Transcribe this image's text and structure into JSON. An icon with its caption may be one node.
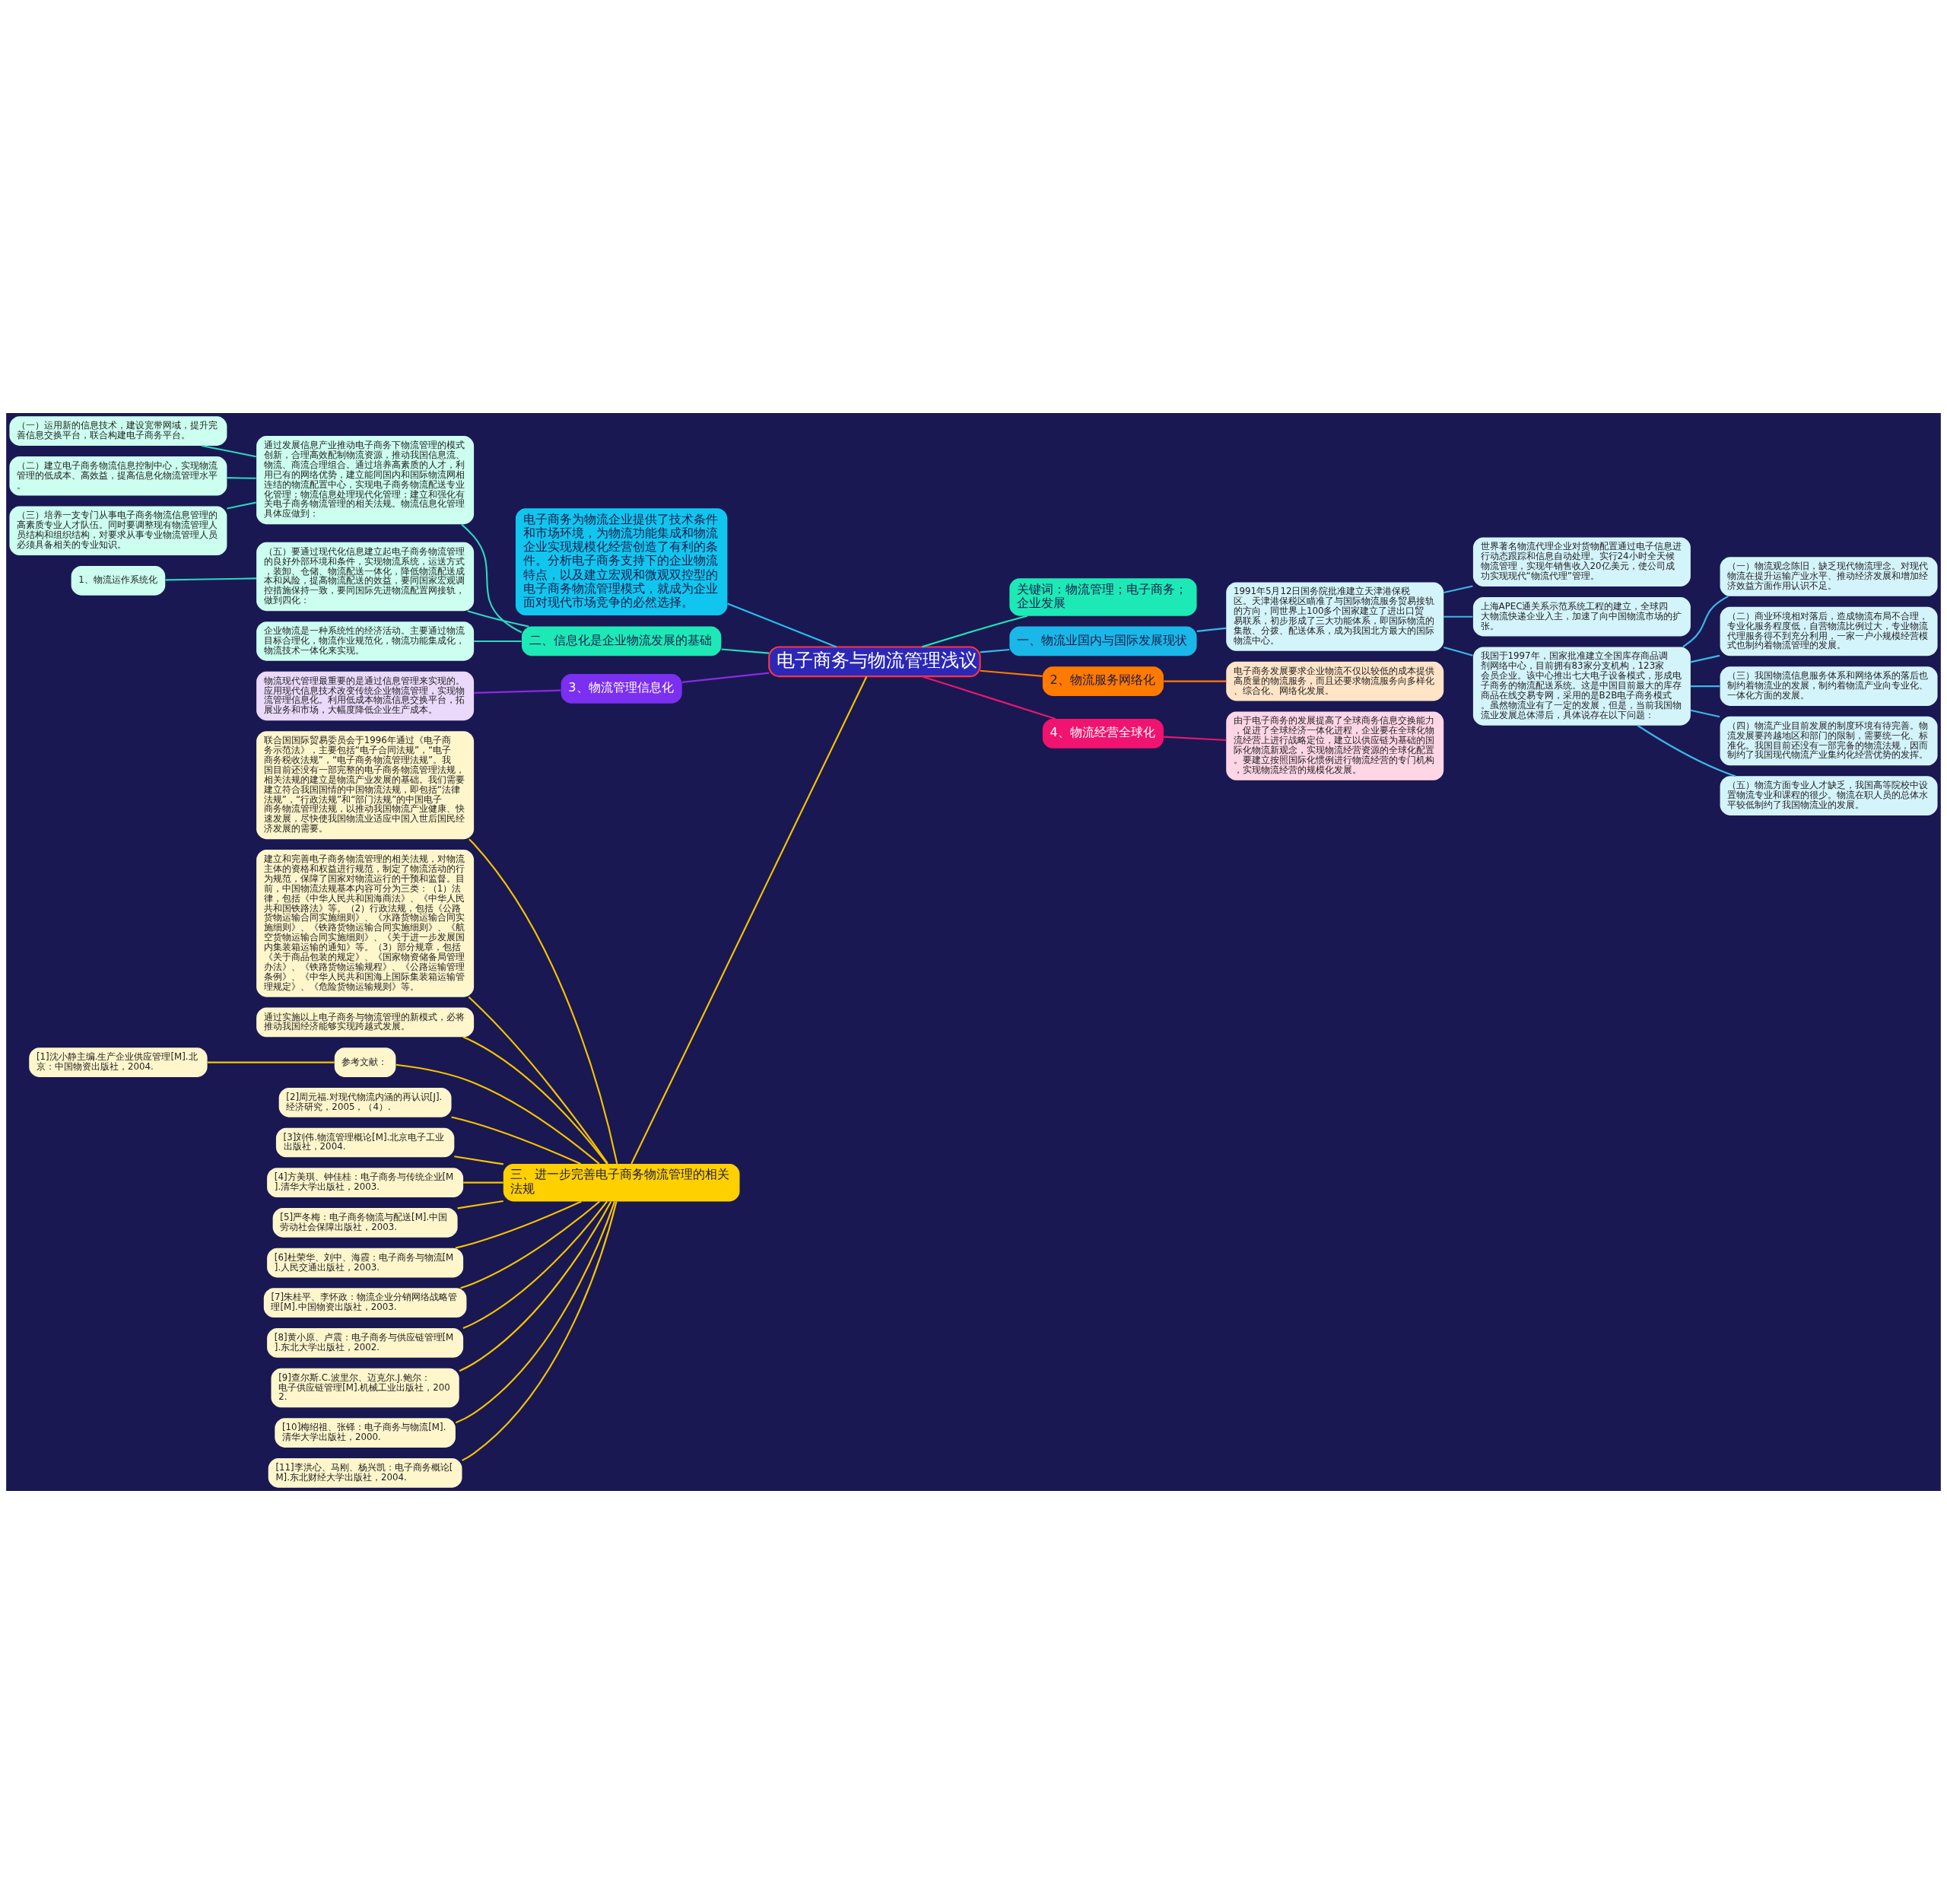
{
  "diagram": {
    "nodes": [
      {
        "text": [
          "电子商务与物流管理浅议"
        ]
      },
      {
        "text": [
          "电子商务为物流企业提供了技术条件和市场环境，为物流功能集成和物流企业实现规模化经营创造了有利的条件。分析电子商务支持下的企业物流特点，以及建立宏观和微观双控型的电子商务物流管理模式，就成为企业面对现代市场竞争的必然选择。"
        ]
      },
      {
        "text": [
          "二、信息化是企业物流发展的基础"
        ]
      },
      {
        "text": [
          "通过发展信息产业推动电子商务下物流管理的模式创新，合理高效配制物流资源，推动我国信息流、物流、商流合理组合。通过培养高素质的人才，利用已有的网络优势，建立能同国内和国际物流网相连结的物流配置中心，实现电子商务物流配送专业化管理；物流信息处理现代化管理；建立和强化有关电子商务物流管理的相关法规。物流信息化管理具体应做到："
        ]
      },
      {
        "text": [
          "（一）运用新的信息技术，建设宽带网域，提升完善信息交换平台，联合构建电子商务平台。"
        ]
      },
      {
        "text": [
          "（二）建立电子商务物流信息控制中心，实现物流管理的低成本、高效益，提高信息化物流管理水平。"
        ]
      },
      {
        "text": [
          "（三）培养一支专门从事电子商务物流信息管理的高素质专业人才队伍。同时要调整现有物流管理人员结构和组织结构，对要求从事专业物流管理人员必须具备相关的专业知识。"
        ]
      },
      {
        "text": [
          "（五）要通过现代化信息建立起电子商务物流管理的良好外部环境和条件，实现物流系统，运送方式，装卸、仓储、物流配送一体化，降低物流配送成本和风险，提高物流配送的效益，要同国家宏观调控措施保持一致，要同国际先进物流配置网接轨，做到四化："
        ]
      },
      {
        "text": [
          "1、物流运作系统化"
        ]
      },
      {
        "text": [
          "企业物流是一种系统性的经济活动。主要通过物流目标合理化，物流作业规范化，物流功能集成化，物流技术一体化来实现。"
        ]
      },
      {
        "text": [
          "3、物流管理信息化"
        ]
      },
      {
        "text": [
          "物流现代管理最重要的是通过信息管理来实现的。应用现代信息技术改变传统企业物流管理，实现物流管理信息化。利用低成本物流信息交换平台，拓展业务和市场，大幅度降低企业生产成本。"
        ]
      },
      {
        "text": [
          "三、进一步完善电子商务物流管理的相关法规"
        ]
      },
      {
        "text": [
          "联合国国际贸易委员会于1996年通过《电子商务示范法》，主要包括“电子合同法规”，“电子商务税收法规”，“电子商务物流管理法规”。我国目前还没有一部完整的电子商务物流管理法规，相关法规的建立是物流产业发展的基础。我们需要建立符合我国国情的中国物流法规，即包括“法律法规”，“行政法规”和“部门法规”的中国电子商务物流管理法规，以推动我国物流产业健康、快速发展，尽快使我国物流业适应中国入世后国民经济发展的需要。"
        ]
      },
      {
        "text": [
          "建立和完善电子商务物流管理的相关法规，对物流主体的资格和权益进行规范，制定了物流活动的行为规范，保障了国家对物流运行的干预和监督。目前，中国物流法规基本内容可分为三类：（1）法律，包括《中华人民共和国海商法》、《中华人民共和国铁路法》等。（2）行政法规，包括《公路货物运输合同实施细则》、《水路货物运输合同实施细则》、《铁路货物运输合同实施细则》、《航空货物运输合同实施细则》、《关于进一步发展国内集装箱运输的通知》等。（3）部分规章，包括《关于商品包装的规定》、《国家物资储备局管理办法》、《铁路货物运输规程》、《公路运输管理条例》、《中华人民共和国海上国际集装箱运输管理规定》、《危险货物运输规则》等。"
        ]
      },
      {
        "text": [
          "通过实施以上电子商务与物流管理的新模式，必将推动我国经济能够实现跨越式发展。"
        ]
      },
      {
        "text": [
          "参考文献："
        ]
      },
      {
        "text": [
          "[1]沈小静主编.生产企业供应管理[M].北京：中国物资出版社，2004."
        ]
      },
      {
        "text": [
          "[2]周元福.对现代物流内涵的再认识[J].经济研究，2005，（4）."
        ]
      },
      {
        "text": [
          "[3]刘伟.物流管理概论[M].北京电子工业出版社，2004."
        ]
      },
      {
        "text": [
          "[4]方美琪、钟佳桂：电子商务与传统企业[M].清华大学出版社，2003."
        ]
      },
      {
        "text": [
          "[5]严冬梅：电子商务物流与配送[M].中国劳动社会保障出版社，2003."
        ]
      },
      {
        "text": [
          "[6]杜荣华、刘中、海霞：电子商务与物流[M].人民交通出版社，2003."
        ]
      },
      {
        "text": [
          "[7]朱桂平、李怀政：物流企业分销网络战略管理[M].中国物资出版社，2003."
        ]
      },
      {
        "text": [
          "[8]黄小原、卢震：电子商务与供应链管理[M].东北大学出版社，2002."
        ]
      },
      {
        "text": [
          "[9]查尔斯.C.波里尔、迈克尔.J.鲍尔：电子供应链管理[M].机械工业出版社，2002."
        ]
      },
      {
        "text": [
          "[10]梅绍祖、张铎：电子商务与物流[M].清华大学出版社，2000."
        ]
      },
      {
        "text": [
          "[11]李洪心、马刚、杨兴凯：电子商务概论[M].东北财经大学出版社，2004."
        ]
      },
      {
        "text": [
          "关键词：物流管理；电子商务；企业发展"
        ]
      },
      {
        "text": [
          "一、物流业国内与国际发展现状"
        ]
      },
      {
        "text": [
          "1991年5月12日国务院批准建立天津港保税区。天津港保税区瞄准了与国际物流服务贸易接轨的方向，同世界上100多个国家建立了进出口贸易联系，初步形成了三大功能体系，即国际物流的集散、分拨、配送体系，成为我国北方最大的国际物流中心。"
        ]
      },
      {
        "text": [
          "世界著名物流代理企业对货物配置通过电子信息进行动态跟踪和信息自动处理。实行24小时全天候物流管理，实现年销售收入20亿美元，使公司成功实现现代“物流代理”管理。"
        ]
      },
      {
        "text": [
          "上海APEC通关系示范系统工程的建立，全球四大物流快递企业入主，加速了向中国物流市场的扩张。"
        ]
      },
      {
        "text": [
          "我国于1997年，国家批准建立全国库存商品调剂网络中心，目前拥有83家分支机构，123家会员企业。该中心推出七大电子设备模式，形成电子商务的物流配送系统。这是中国目前最大的库存商品在线交易专网，采用的是B2B电子商务模式。虽然物流业有了一定的发展，但是，当前我国物流业发展总体滞后，具体说存在以下问题："
        ]
      },
      {
        "text": [
          "（一）物流观念陈旧，缺乏现代物流理念。对现代物流在提升运输产业水平、推动经济发展和增加经济效益方面作用认识不足。"
        ]
      },
      {
        "text": [
          "（二）商业环境相对落后，造成物流布局不合理，专业化服务程度低，自营物流比例过大，专业物流代理服务得不到充分利用，一家一户小规模经营模式也制约着物流管理的发展。"
        ]
      },
      {
        "text": [
          "（三）我国物流信息服务体系和网络体系的落后也制约着物流业的发展，制约着物流产业向专业化、一体化方面的发展。"
        ]
      },
      {
        "text": [
          "（四）物流产业目前发展的制度环境有待完善。物流发展要跨越地区和部门的限制，需要统一化、标准化。我国目前还没有一部完备的物流法规，因而制约了我国现代物流产业集约化经营优势的发挥。"
        ]
      },
      {
        "text": [
          "（五）物流方面专业人才缺乏，我国高等院校中设置物流专业和课程的很少。物流在职人员的总体水平较低制约了我国物流业的发展。"
        ]
      },
      {
        "text": [
          "2、物流服务网络化"
        ]
      },
      {
        "text": [
          "电子商务发展要求企业物流不仅以较低的成本提供高质量的物流服务，而且还要求物流服务向多样化、综合化、网络化发展。"
        ]
      },
      {
        "text": [
          "4、物流经营全球化"
        ]
      },
      {
        "text": [
          "由于电子商务的发展提高了全球商务信息交换能力，促进了全球经济一体化进程，企业要在全球化物流经营上进行战略定位，建立以供应链为基础的国际化物流新观念，实现物流经营资源的全球化配置。要建立按照国际化惯例进行物流经营的专门机构，实现物流经营的规模化发展。"
        ]
      }
    ],
    "edges": [
      {
        "from": 1,
        "to": 0,
        "arrow": "none",
        "color": "#22c3ef"
      },
      {
        "from": 2,
        "to": 0,
        "arrow": "none",
        "color": "#2ad8c0"
      },
      {
        "from": 3,
        "to": 2,
        "arrow": "none",
        "color": "#2ad8c0"
      },
      {
        "from": 4,
        "to": 3,
        "arrow": "none",
        "color": "#2ad8c0"
      },
      {
        "from": 5,
        "to": 3,
        "arrow": "none",
        "color": "#2ad8c0"
      },
      {
        "from": 6,
        "to": 3,
        "arrow": "none",
        "color": "#2ad8c0"
      },
      {
        "from": 7,
        "to": 2,
        "arrow": "none",
        "color": "#2ad8c0"
      },
      {
        "from": 8,
        "to": 7,
        "arrow": "none",
        "color": "#2ad8c0"
      },
      {
        "from": 9,
        "to": 2,
        "arrow": "none",
        "color": "#2ad8c0"
      },
      {
        "from": 10,
        "to": 0,
        "arrow": "none",
        "color": "#8a2be2"
      },
      {
        "from": 11,
        "to": 10,
        "arrow": "none",
        "color": "#8a2be2"
      },
      {
        "from": 12,
        "to": 0,
        "arrow": "none"
      },
      {
        "from": 13,
        "to": 12,
        "arrow": "none"
      },
      {
        "from": 14,
        "to": 12,
        "arrow": "none"
      },
      {
        "from": 15,
        "to": 12,
        "arrow": "none"
      },
      {
        "from": 16,
        "to": 12,
        "arrow": "none"
      },
      {
        "from": 17,
        "to": 16,
        "arrow": "none"
      },
      {
        "from": 18,
        "to": 12,
        "arrow": "none"
      },
      {
        "from": 19,
        "to": 12,
        "arrow": "none"
      },
      {
        "from": 20,
        "to": 12,
        "arrow": "none"
      },
      {
        "from": 21,
        "to": 12,
        "arrow": "none"
      },
      {
        "from": 22,
        "to": 12,
        "arrow": "none"
      },
      {
        "from": 23,
        "to": 12,
        "arrow": "none"
      },
      {
        "from": 24,
        "to": 12,
        "arrow": "none"
      },
      {
        "from": 25,
        "to": 12,
        "arrow": "none"
      },
      {
        "from": 26,
        "to": 12,
        "arrow": "none"
      },
      {
        "from": 27,
        "to": 12,
        "arrow": "none"
      },
      {
        "from": 0,
        "to": 28,
        "arrow": "none",
        "color": "#1de9b6"
      },
      {
        "from": 0,
        "to": 29,
        "arrow": "none",
        "color": "#3bb8e8"
      },
      {
        "from": 29,
        "to": 30,
        "arrow": "none",
        "color": "#3bb8e8"
      },
      {
        "from": 30,
        "to": 31,
        "arrow": "none",
        "color": "#3bb8e8"
      },
      {
        "from": 30,
        "to": 32,
        "arrow": "none",
        "color": "#3bb8e8"
      },
      {
        "from": 30,
        "to": 33,
        "arrow": "none",
        "color": "#3bb8e8"
      },
      {
        "from": 33,
        "to": 34,
        "arrow": "none",
        "color": "#3bb8e8"
      },
      {
        "from": 33,
        "to": 35,
        "arrow": "none",
        "color": "#3bb8e8"
      },
      {
        "from": 33,
        "to": 36,
        "arrow": "none",
        "color": "#3bb8e8"
      },
      {
        "from": 33,
        "to": 37,
        "arrow": "none",
        "color": "#3bb8e8"
      },
      {
        "from": 33,
        "to": 38,
        "arrow": "none",
        "color": "#3bb8e8"
      },
      {
        "from": 0,
        "to": 39,
        "arrow": "none",
        "color": "#ff7a00"
      },
      {
        "from": 39,
        "to": 40,
        "arrow": "none",
        "color": "#ff7a00"
      },
      {
        "from": 0,
        "to": 41,
        "arrow": "none",
        "color": "#e8186e"
      },
      {
        "from": 41,
        "to": 42,
        "arrow": "none",
        "color": "#e8186e"
      }
    ]
  }
}
